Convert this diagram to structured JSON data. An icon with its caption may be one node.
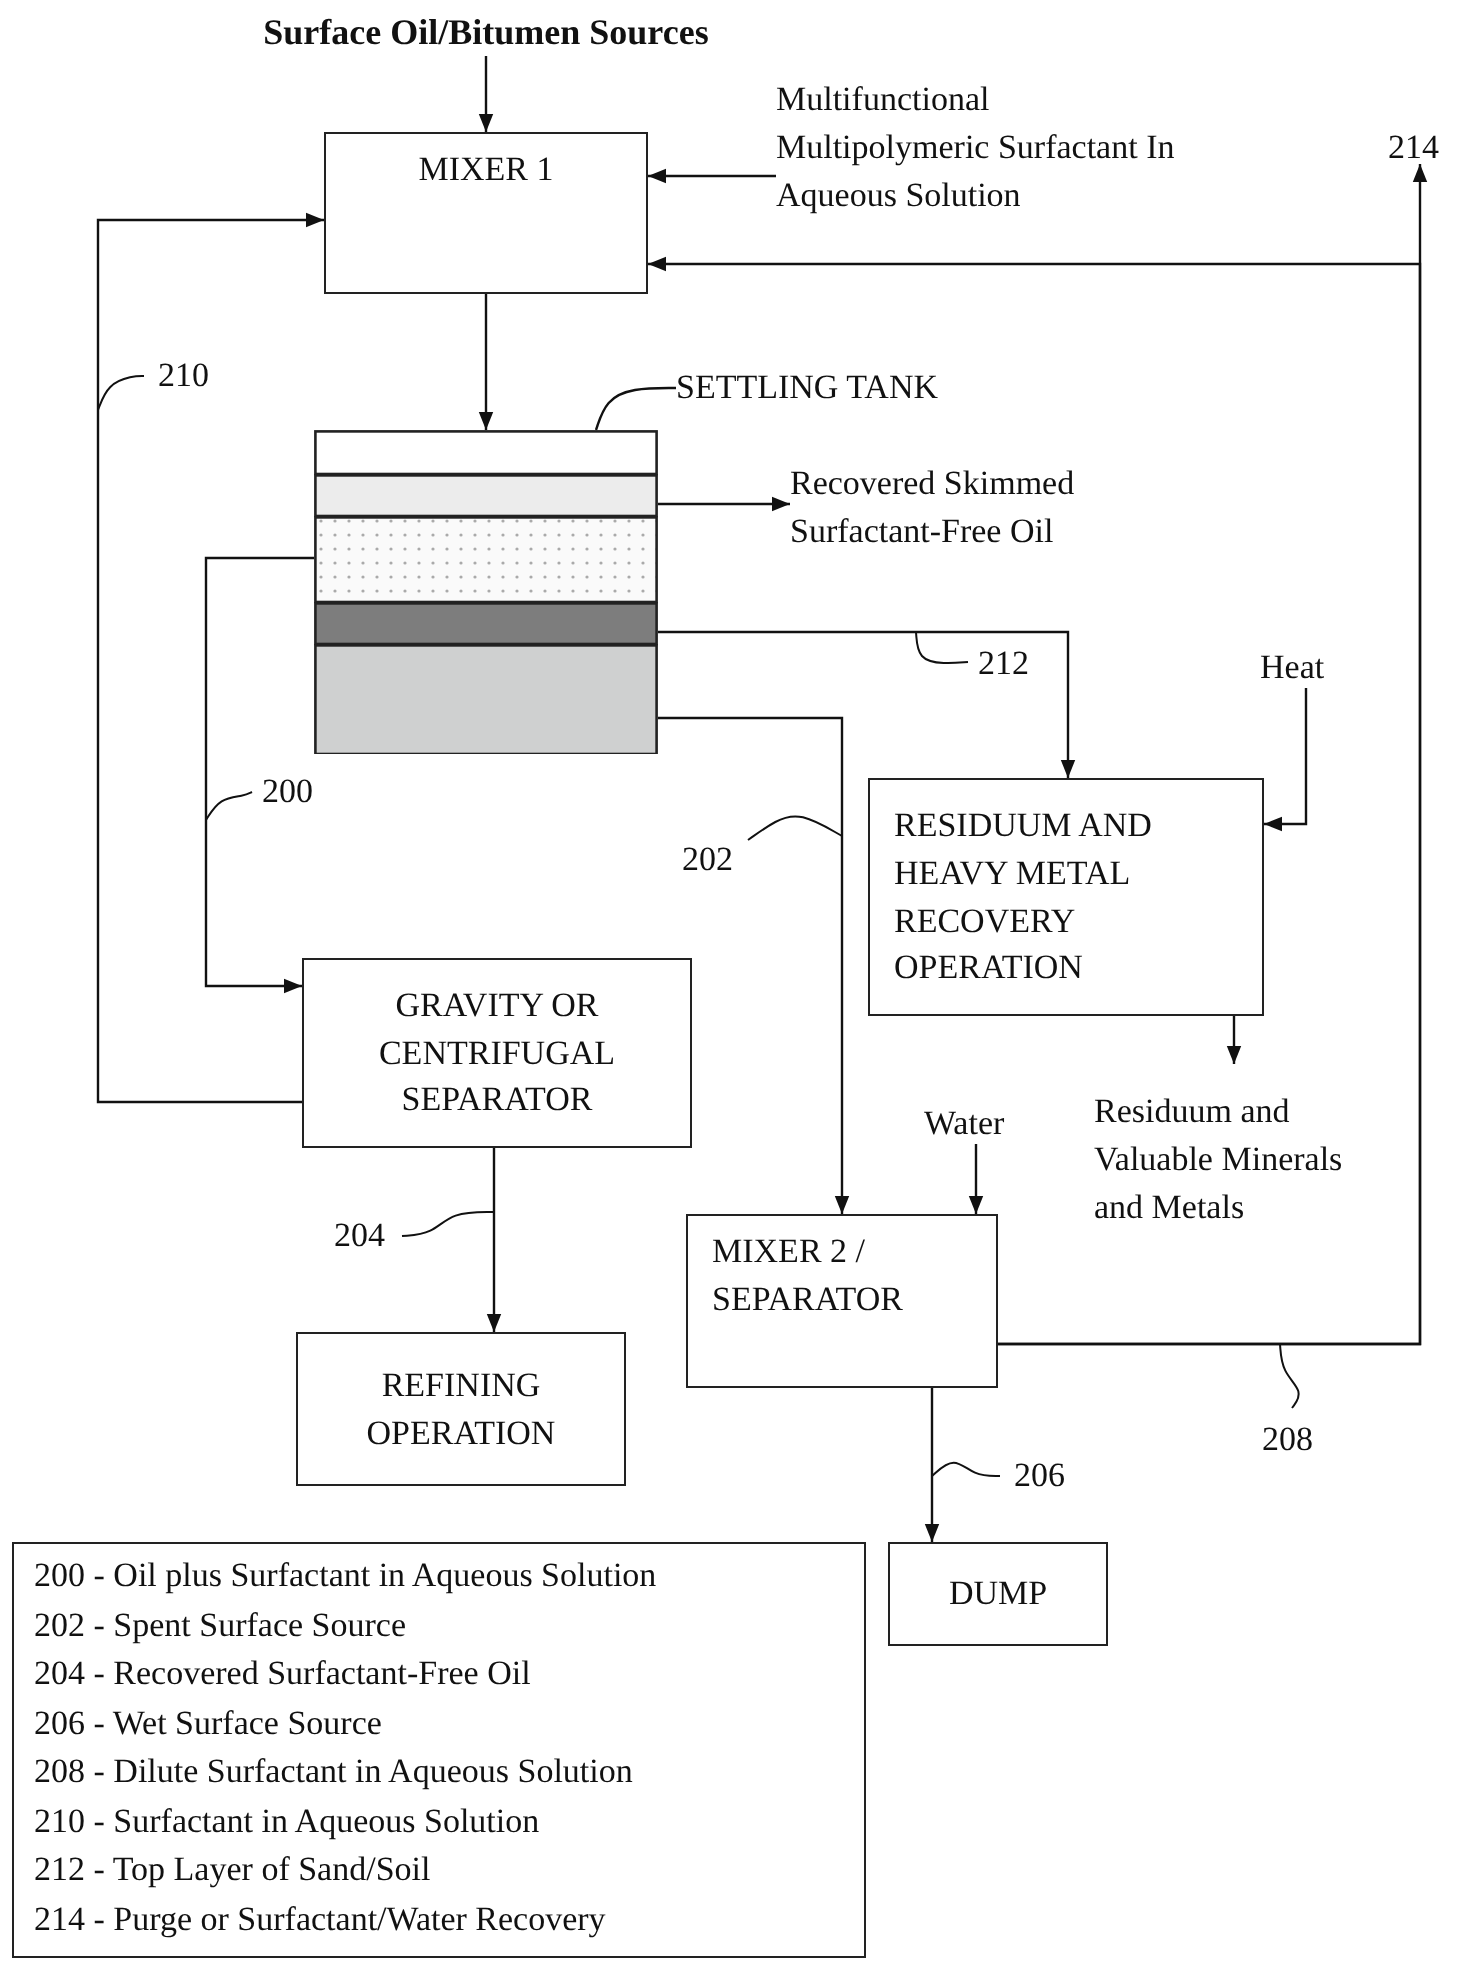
{
  "diagram": {
    "nodes": [
      {
        "text": [
          "Surface Oil/Bitumen Sources"
        ]
      },
      {
        "text": [
          "MIXER 1"
        ]
      },
      {
        "text": [
          "Multifunctional Multipolymeric Surfactant In Aqueous Solution"
        ]
      },
      {
        "text": [
          "214"
        ]
      },
      {
        "text": [],
        "shape": "box"
      },
      {
        "text": [
          "SETTLING TANK"
        ]
      },
      {
        "text": [
          "Recovered Skimmed Surfactant-Free Oil"
        ]
      },
      {
        "text": [
          "Heat"
        ]
      },
      {
        "text": [
          "RESIDUUM AND HEAVY METAL RECOVERY OPERATION"
        ]
      },
      {
        "text": [
          "GRAVITY OR CENTRIFUGAL SEPARATOR"
        ]
      },
      {
        "text": [
          "Residuum and Valuable Minerals and Metals"
        ]
      },
      {
        "text": [
          "Water"
        ]
      },
      {
        "text": [
          "MIXER 2 / SEPARATOR"
        ]
      },
      {
        "text": [
          "REFINING OPERATION"
        ]
      },
      {
        "text": [
          "DUMP"
        ]
      },
      {
        "text": [
          "200 - Oil plus Surfactant in Aqueous Solution",
          "202 - Spent Surface Source",
          "204 - Recovered Surfactant-Free Oil",
          "206 - Wet Surface Source",
          "208 - Dilute Surfactant in Aqueous Solution",
          "210 - Surfactant in Aqueous Solution",
          "212 - Top Layer of Sand/Soil",
          "214 - Purge or Surfactant/Water Recovery"
        ]
      }
    ],
    "edges": [
      {
        "from": 0,
        "to": 1,
        "arrow": "to"
      },
      {
        "from": 2,
        "to": 1,
        "arrow": "to"
      },
      {
        "from": 1,
        "to": 4,
        "arrow": "to"
      },
      {
        "from": 5,
        "to": 4,
        "arrow": "none"
      },
      {
        "from": 4,
        "to": 6,
        "arrow": "to"
      },
      {
        "from": 4,
        "to": 9,
        "arrow": "to",
        "label": "200"
      },
      {
        "from": 4,
        "to": 8,
        "arrow": "to",
        "label": "212"
      },
      {
        "from": 4,
        "to": 12,
        "arrow": "to",
        "label": "202"
      },
      {
        "from": 7,
        "to": 8,
        "arrow": "to"
      },
      {
        "from": 8,
        "to": 10,
        "arrow": "to"
      },
      {
        "from": 9,
        "to": 13,
        "arrow": "to",
        "label": "204"
      },
      {
        "from": 9,
        "to": 1,
        "arrow": "to",
        "label": "210"
      },
      {
        "from": 11,
        "to": 12,
        "arrow": "to"
      },
      {
        "from": 12,
        "to": 3,
        "arrow": "to",
        "label": "208"
      },
      {
        "from": 12,
        "to": 1,
        "arrow": "to"
      },
      {
        "from": 12,
        "to": 14,
        "arrow": "to",
        "label": "206"
      }
    ]
  }
}
